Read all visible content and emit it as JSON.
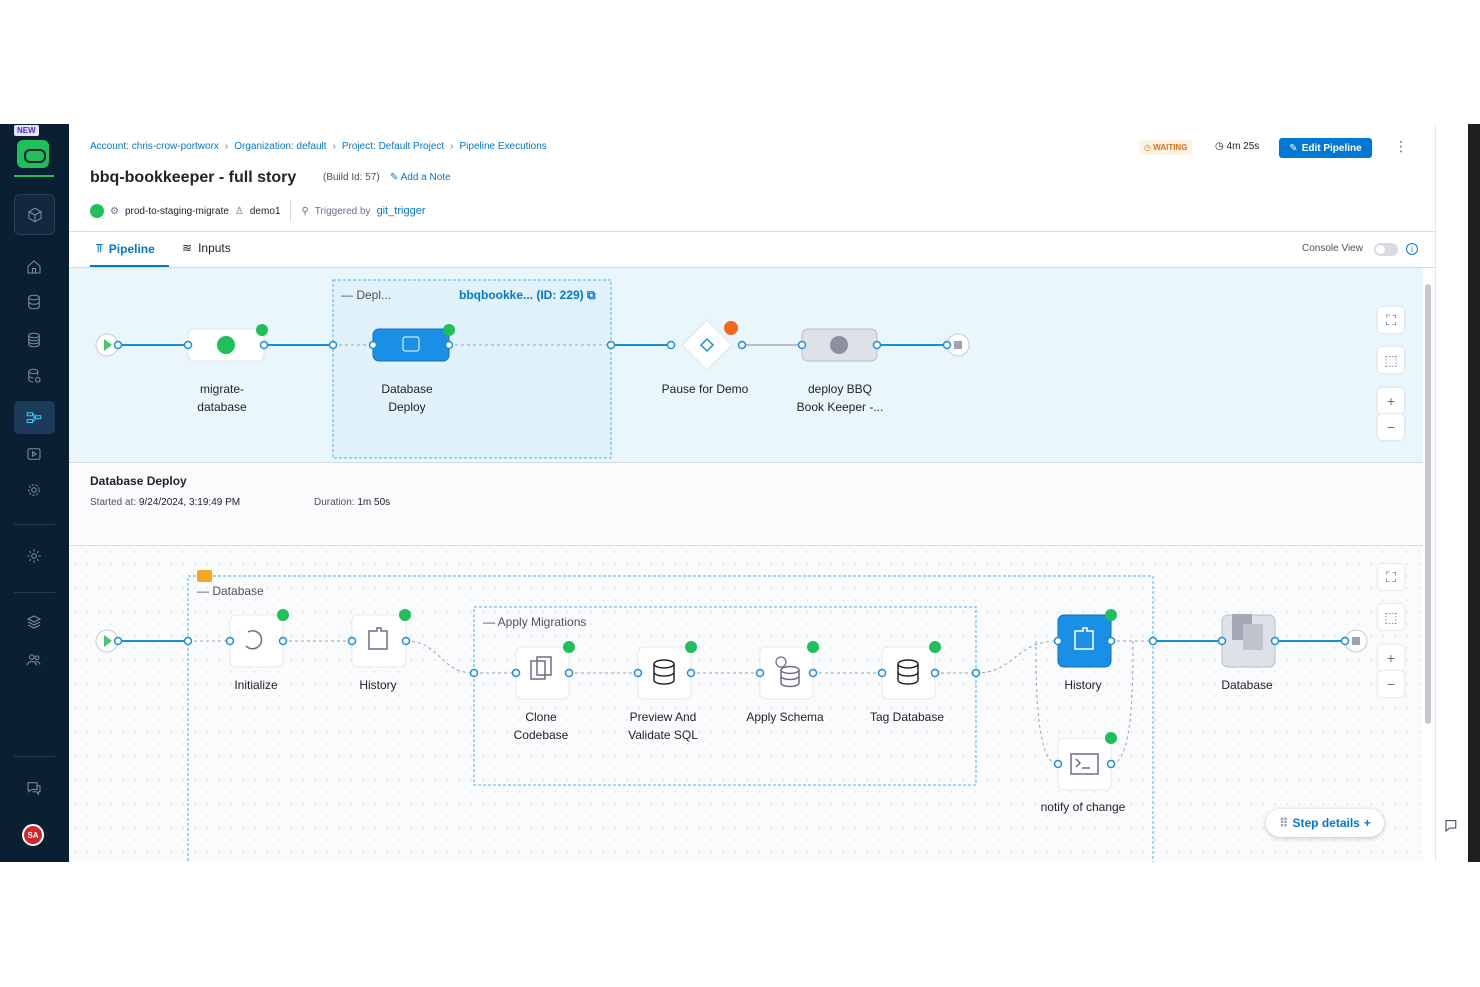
{
  "sidebar": {
    "new_badge": "NEW",
    "avatar_initials": "SA"
  },
  "header": {
    "breadcrumbs": [
      "Account: chris-crow-portworx",
      "Organization: default",
      "Project: Default Project",
      "Pipeline Executions"
    ],
    "status": "WAITING",
    "elapsed": "4m 25s",
    "edit_button": "Edit Pipeline",
    "title": "bbq-bookkeeper - full story",
    "build_id": "(Build Id: 57)",
    "add_note": "Add a Note",
    "env": "prod-to-staging-migrate",
    "user": "demo1",
    "triggered_by_label": "Triggered by",
    "trigger": "git_trigger"
  },
  "tabs": {
    "pipeline": "Pipeline",
    "inputs": "Inputs",
    "console_view": "Console View"
  },
  "stages": {
    "group_label": "Depl...",
    "group_link": "bbqbookke... (ID: 229)",
    "nodes": [
      {
        "name": "migrate-\ndatabase",
        "status": "success"
      },
      {
        "name": "Database\nDeploy",
        "status": "success",
        "selected": true
      },
      {
        "name": "Pause for Demo",
        "status": "waiting"
      },
      {
        "name": "deploy BBQ\nBook Keeper -...",
        "status": "pending"
      }
    ]
  },
  "stage_info": {
    "title": "Database Deploy",
    "started_label": "Started at:",
    "started_value": "9/24/2024, 3:19:49 PM",
    "duration_label": "Duration:",
    "duration_value": "1m 50s"
  },
  "steps": {
    "group_label": "Database",
    "inner_group_label": "Apply Migrations",
    "nodes": [
      {
        "name": "Initialize",
        "status": "success"
      },
      {
        "name": "History",
        "status": "success"
      },
      {
        "name": "Clone\nCodebase",
        "status": "success"
      },
      {
        "name": "Preview And\nValidate SQL",
        "status": "success"
      },
      {
        "name": "Apply Schema",
        "status": "success"
      },
      {
        "name": "Tag Database",
        "status": "success"
      },
      {
        "name": "History",
        "status": "success",
        "selected": true
      },
      {
        "name": "notify of change",
        "status": "success"
      },
      {
        "name": "Database",
        "status": "pending"
      }
    ]
  },
  "step_details_button": "Step details",
  "colors": {
    "accent": "#0278d5",
    "success": "#1fbf5a",
    "waiting": "#e0701b",
    "sidebar": "#0b1f33"
  }
}
